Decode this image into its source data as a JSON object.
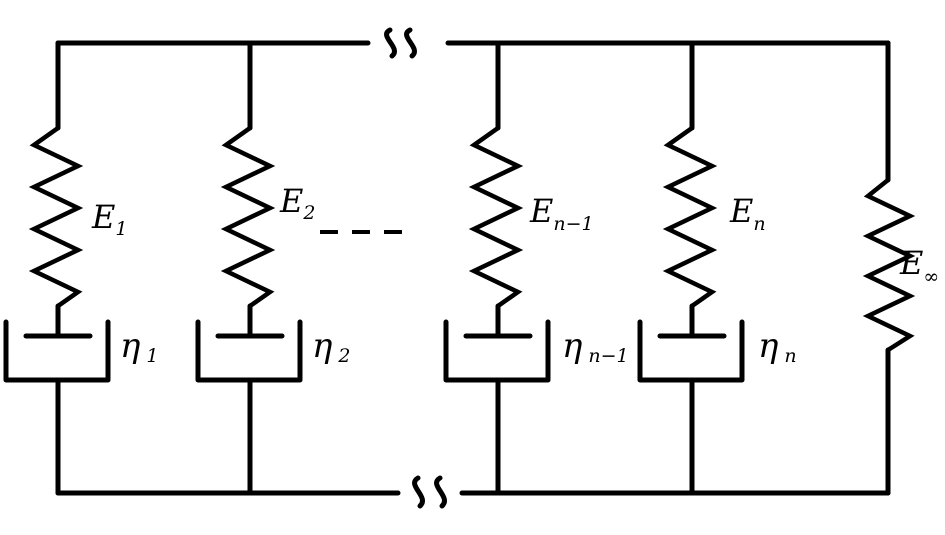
{
  "diagram": {
    "branches": [
      {
        "spring_label": "E",
        "spring_sub": "1",
        "dashpot_label": "η",
        "dashpot_sub": "1"
      },
      {
        "spring_label": "E",
        "spring_sub": "2",
        "dashpot_label": "η",
        "dashpot_sub": "2"
      },
      {
        "spring_label": "E",
        "spring_sub": "n−1",
        "dashpot_label": "η",
        "dashpot_sub": "n−1"
      },
      {
        "spring_label": "E",
        "spring_sub": "n",
        "dashpot_label": "η",
        "dashpot_sub": "n"
      }
    ],
    "equilibrium_spring": {
      "label": "E",
      "sub": "∞"
    }
  }
}
